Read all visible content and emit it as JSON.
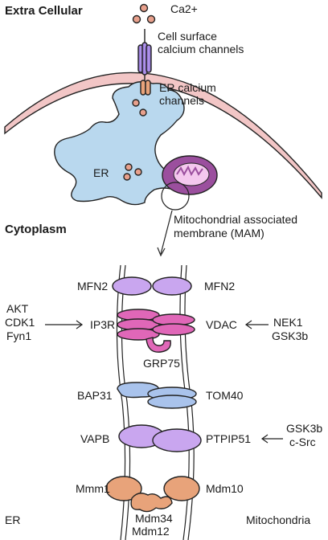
{
  "regions": {
    "extracellular": "Extra Cellular",
    "cytoplasm": "Cytoplasm",
    "er_bottom": "ER",
    "mitochondria_bottom": "Mitochondria"
  },
  "top_labels": {
    "ca": "Ca2+",
    "cell_surface_1": "Cell surface",
    "cell_surface_2": "calcium channels",
    "er_channels_1": "ER calcium",
    "er_channels_2": "channels",
    "er": "ER",
    "mam_1": "Mitochondrial associated",
    "mam_2": "membrane (MAM)"
  },
  "proteins": {
    "mfn2_left": "MFN2",
    "mfn2_right": "MFN2",
    "ip3r": "IP3R",
    "vdac": "VDAC",
    "grp75": "GRP75",
    "bap31": "BAP31",
    "tom40": "TOM40",
    "vapb": "VAPB",
    "ptpip51": "PTPIP51",
    "mmm1": "Mmm1",
    "mdm10": "Mdm10",
    "mdm34": "Mdm34",
    "mdm12": "Mdm12"
  },
  "regulators": {
    "akt": "AKT",
    "cdk1": "CDK1",
    "fyn1": "Fyn1",
    "nek1": "NEK1",
    "gsk3b_1": "GSK3b",
    "gsk3b_2": "GSK3b",
    "csrc": "c-Src"
  },
  "colors": {
    "membrane": "#f2c6c6",
    "er": "#b9d8ee",
    "calcium": "#e8a08c",
    "channel": "#9b7fd6",
    "mitochondria": "#9b4f9e",
    "mfn2": "#c9a6ef",
    "ip3r": "#e067b8",
    "bap31": "#a9c3ec",
    "mdm": "#e8a37a"
  }
}
